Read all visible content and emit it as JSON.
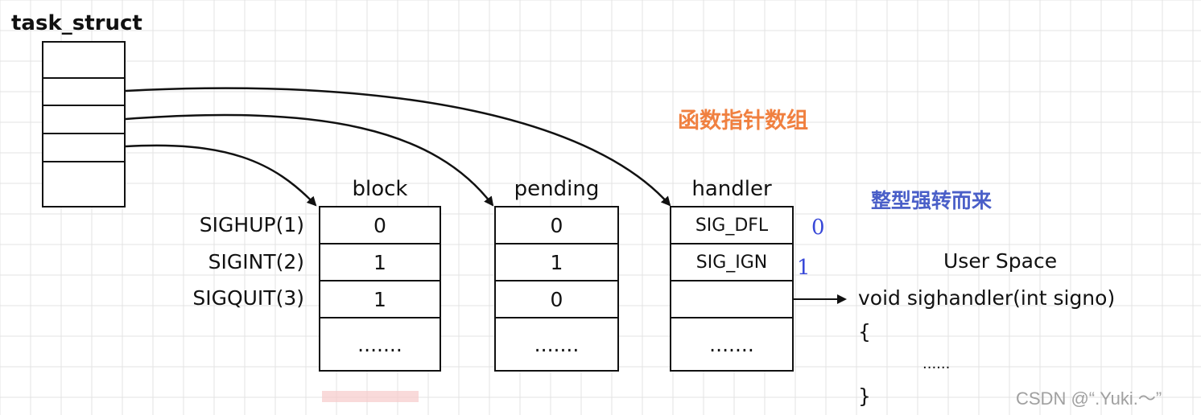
{
  "task_struct_label": "task_struct",
  "table_headers": {
    "block": "block",
    "pending": "pending",
    "handler": "handler"
  },
  "signals": [
    {
      "name": "SIGHUP(1)",
      "block": "0",
      "pending": "0",
      "handler": "SIG_DFL",
      "index": "0"
    },
    {
      "name": "SIGINT(2)",
      "block": "1",
      "pending": "1",
      "handler": "SIG_IGN",
      "index": "1"
    },
    {
      "name": "SIGQUIT(3)",
      "block": "1",
      "pending": "0",
      "handler": "",
      "index": ""
    }
  ],
  "ellipsis_row": {
    "block": ".......",
    "pending": ".......",
    "handler": "......."
  },
  "annotations": {
    "func_ptr_array": "函数指针数组",
    "int_cast": "整型强转而来"
  },
  "user_space": {
    "title": "User Space",
    "signature": "void sighandler(int signo)",
    "open_brace": "{",
    "body": "......",
    "close_brace": "}"
  },
  "watermark": "CSDN @“.Yuki.～”",
  "colors": {
    "orange_note": "#f08040",
    "blue_note": "#4a5fc8",
    "index_blue": "#3848d8",
    "grid": "#e3e3e3"
  }
}
